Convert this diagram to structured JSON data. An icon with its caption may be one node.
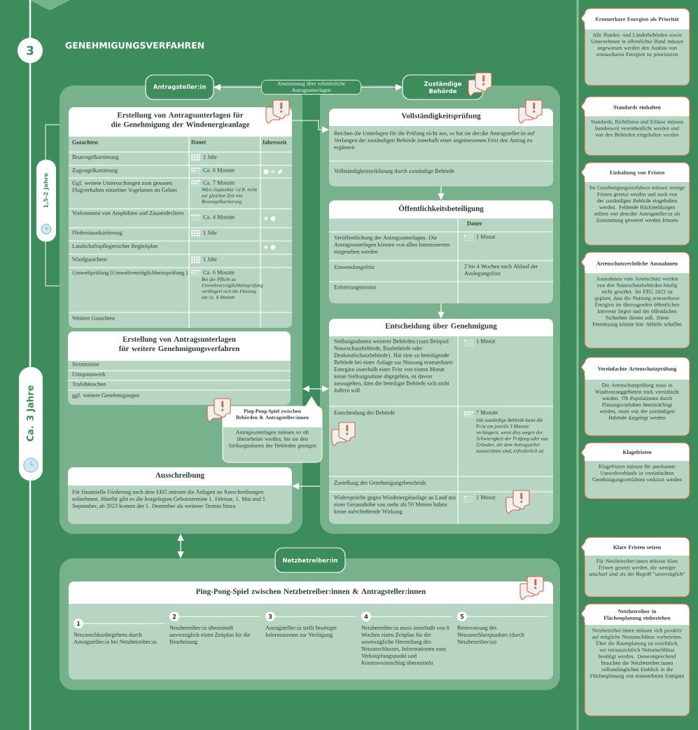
{
  "diagram": {
    "title": "GENEHMIGUNGSVERFAHREN",
    "nodes": [
      {
        "text": [
          "Antragsteller:in"
        ]
      },
      {
        "text": [
          "Zuständige Behörde"
        ]
      },
      {
        "text": [],
        "shape": "box"
      },
      {
        "text": [],
        "shape": "box"
      },
      {
        "text": [
          "Erstellung von Antragsunterlagen für die Genehmigung der Windenergieanlage",
          "Gutachten",
          "Dauer",
          "Jahreszeit",
          "Brutvogelkartierung",
          "1 Jahr",
          "Zugvogelkartierung",
          "Ca. 6 Monate",
          "Ggf. weitere Untersuchungen zum genauen Flugverhalten einzelner Vogelarten im Gebiet",
          "Ca. 7 Monate",
          "März-September i.d.R. nicht zur gleichen Zeit wie Brutvogelkartierung",
          "Vorkommen von Amphibien und Zauneidechsen",
          "Ca. 4 Monate",
          "Fledermauskartierung",
          "1 Jahr",
          "Landschaftspflegerischer Begleitplan",
          "Windgutachten",
          "1 Jahr",
          "Umweltprüfung (Umweltverträglichkeitsprüfung )",
          "Ca. 6 Monate",
          "Bei der Pflicht zu Umweltverträglichkeitsprüfung verlängert sich die Planung um ca. 6 Monate",
          "Weitere Gutachten"
        ],
        "in": 2
      },
      {
        "text": [
          "Erstellung von Antragsunterlagen für weitere Genehmigungsverfahren",
          "Stromtrasse",
          "Umspannwerk",
          "Trafohäuschen",
          "ggf. weitere Genehmigungen"
        ],
        "in": 2
      },
      {
        "text": [
          "Ping-Pong-Spiel zwischen Behörden & Antragsteller:innen",
          "Antragsunterlagen müssen so oft überarbeitet werden, bis sie den Stellungnahmen der Behörden genügen"
        ]
      },
      {
        "text": [
          "Ausschreibung",
          "Für finanzielle Förderung nach dem EEG müssen die Anlagen an Ausschreibungen teilnehmen. Hierfür gibt es die festgelegten Gebotstermine 1. Februar, 1. Mai und 1. September, ab 2023 kommt der 1. Dezember als weiterer Termin hinzu"
        ],
        "in": 2
      },
      {
        "text": [
          "Vollständigkeitsprüfung",
          "Reichen die Unterlagen für die Prüfung nicht aus, so hat sie der:die Antragsteller:in auf Verlangen der zuständigen Behörde innerhalb einer angemessenen Frist den Antrag zu ergänzen",
          "Vollständigkeitserklärung durch zuständige Behörde"
        ],
        "in": 3
      },
      {
        "text": [
          "Öffentlichkeitsbeteiligung",
          "Dauer",
          "Veröffentlichung der Antragsunterlagen. Die Antragsunterlagen können von allen Interessierten eingesehen werden",
          "1 Monat",
          "Einwendungsfrist",
          "2 bis 4 Wochen nach Ablauf der Auslegungsfrist",
          "Erörterungstermin"
        ],
        "in": 3
      },
      {
        "text": [
          "Entscheidung über Genehmigung",
          "Stellungnahmen weiterer Behörden (zum Beispiel Naturschutzbehörde, Baubehörde oder Denkmalschutzbehörde). Hat eine zu beteiligende Behörde bei einer Anlage zur Nutzung erneuerbarer Energien innerhalb einer Frist von einem Monat keine Stellungnahme abgegeben, ist davon auszugehen, dass die beteiligte Behörde sich nicht äußern will",
          "1 Monat",
          "Entscheidung der Behörde",
          "7 Monate",
          "Die zuständige Behörde kann die Frist um jeweils 3 Monate verlängern, wenn dies wegen der Schwierigkeit der Prüfung oder aus Gründen, die dem Antragsteller zuzurechnen sind, erforderlich ist",
          "Zustellung des Genehmigungsbescheids",
          "Widersprüche gegen Windenergieanlage an Land mit einer Gesamthöhe von mehr als 50 Metern haben keine aufschiebende Wirkung",
          "1 Monat"
        ],
        "in": 3
      },
      {
        "text": [],
        "shape": "box"
      },
      {
        "text": [
          "Netzbetreiber:in"
        ]
      },
      {
        "text": [
          "Ping-Pong-Spiel zwischen Netzbetreiber:innen & Antragsteller:innen",
          "1",
          "Netzanschlussbegehren durch Antragsteller:in bei Netzbetreiber:in",
          "2",
          "Netzbetreiber:in übermittelt unverzüglich einen Zeitplan für die Bearbeitung",
          "3",
          "Antragsteller:in stellt benötigte Informationen zur Verfügung",
          "4",
          "Netzbetreiber:in muss innerhalb von 8 Wochen einen Zeitplan für die unverzügliche Herstellung des Netzanschlusses, Informationen zum Verknüpfungspunkt und Kostenvoranschlag übermitteln",
          "5",
          "Reservierung des Netzanschlusspunktes (durch Netzbetreiber:in)"
        ],
        "in": 11
      },
      {
        "text": [
          "Erneuerbare Energien als Priorität",
          "Alle Bundes- und Länderbehörden sowie Unternehmen in öffentlicher Hand müssen angewiesen werden den Ausbau von erneuerbaren Energien zu priorisieren"
        ]
      },
      {
        "text": [
          "Standards einhalten",
          "Standards, Richtlinien und Erlässe müssen bundesweit vereinheitlicht werden und von den Behörden eingehalten werden"
        ]
      },
      {
        "text": [
          "Einhaltung von Fristen",
          "Im Genehmigungsverfahren müssen strenge Fristen gesetzt werden und auch von der zuständigen Behörde eingehalten werden. Fehlende Rückmeldungen sollten von dem:der Antragsteller:in als Zustimmung gewertet werden können"
        ]
      },
      {
        "text": [
          "Artenschutzrechtliche Ausnahmen",
          "Ausnahmen vom Artenschutz werden von den Naturschutzbehörden häufig nicht gewährt. Im EEG 2023 ist geplant, dass die Nutzung erneuerbarer Energien im überragenden öffentlichen Interesse liegen und der öffentlichen Sicherheit dienen soll. Diese Festsetzung könnte hier Abhilfe schaffen"
        ]
      },
      {
        "text": [
          "Vereinfachte Artenschutzprüfung",
          "Die Artenschutzprüfung muss in Windvorranggebieten stark vereinfacht werden. Ob Populationen durch Planungsvorhaben beeinträchtigt werden, muss von der zuständigen Behörde dargelegt werden"
        ]
      },
      {
        "text": [
          "Klagefristen",
          "Klagefristen müssen für anerkannte Umweltverbände in vereinfachten Genehmigungsverfahren verkürzt werden"
        ]
      },
      {
        "text": [
          "Klare Fristen setzen",
          "Für Netzbetreiber:innen müssen klare Fristen gesetzt werden, die weniger unscharf sind als der Begriff \"unverzüglich\""
        ]
      },
      {
        "text": [
          "Netzbetreiber in Flächenplanung einbeziehen",
          "Netzbetreiber:innen müssen sich proaktiv auf mögliche Netzanschlüsse vorbereiten. Über die Raumplanung ist ersichtlich, wo voraussichtlich Netzanschlüsse benötigt werden. Dementsprechend brauchen die Netzbetreiber:innen vollumfänglichen Einblick in die Flächenplanung von erneuerbaren Energien"
        ]
      }
    ],
    "edges": [
      {
        "from": 0,
        "to": 1,
        "arrow": "both",
        "label": "Abstimmung über erforderliche Antragsunterlagen"
      },
      {
        "from": 4,
        "to": 8,
        "arrow": "to"
      },
      {
        "from": 8,
        "to": 9,
        "arrow": "to"
      },
      {
        "from": 9,
        "to": 10,
        "arrow": "to"
      },
      {
        "from": 2,
        "to": 10,
        "arrow": "both"
      },
      {
        "from": 3,
        "to": 7,
        "arrow": "to"
      },
      {
        "from": 2,
        "to": 11,
        "arrow": "both"
      }
    ],
    "labels": [
      "3",
      "1,5-2 Jahre",
      "Ca. 3 Jahre"
    ]
  }
}
